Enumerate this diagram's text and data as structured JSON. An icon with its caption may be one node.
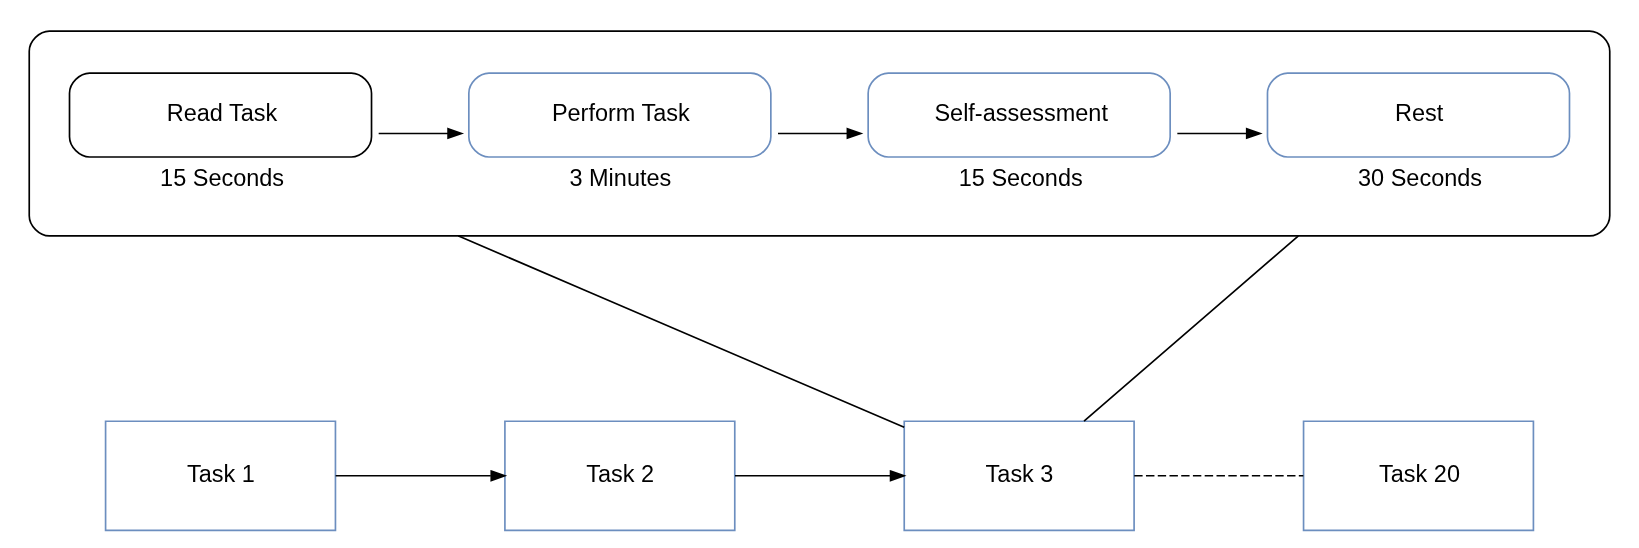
{
  "diagram": {
    "nodes": [
      {
        "text": [],
        "shape": "box"
      },
      {
        "text": [
          "Read Task"
        ],
        "in": 0,
        "beside": [
          "15 Seconds"
        ]
      },
      {
        "text": [
          "Perform Task"
        ],
        "in": 0,
        "beside": [
          "3 Minutes"
        ]
      },
      {
        "text": [
          "Self-assessment"
        ],
        "in": 0,
        "beside": [
          "15 Seconds"
        ]
      },
      {
        "text": [
          "Rest"
        ],
        "in": 0,
        "beside": [
          "30 Seconds"
        ]
      },
      {
        "text": [
          "Task 1"
        ]
      },
      {
        "text": [
          "Task 2"
        ]
      },
      {
        "text": [
          "Task 3"
        ]
      },
      {
        "text": [
          "Task 20"
        ]
      }
    ],
    "edges": [
      {
        "from": 1,
        "to": 2,
        "arrow": "to"
      },
      {
        "from": 2,
        "to": 3,
        "arrow": "to"
      },
      {
        "from": 3,
        "to": 4,
        "arrow": "to"
      },
      {
        "from": 0,
        "to": 7,
        "arrow": "none"
      },
      {
        "from": 0,
        "to": 7,
        "arrow": "none"
      },
      {
        "from": 5,
        "to": 6,
        "arrow": "to"
      },
      {
        "from": 6,
        "to": 7,
        "arrow": "to"
      },
      {
        "from": 7,
        "to": 8,
        "arrow": "none",
        "style": "dashed"
      }
    ]
  }
}
